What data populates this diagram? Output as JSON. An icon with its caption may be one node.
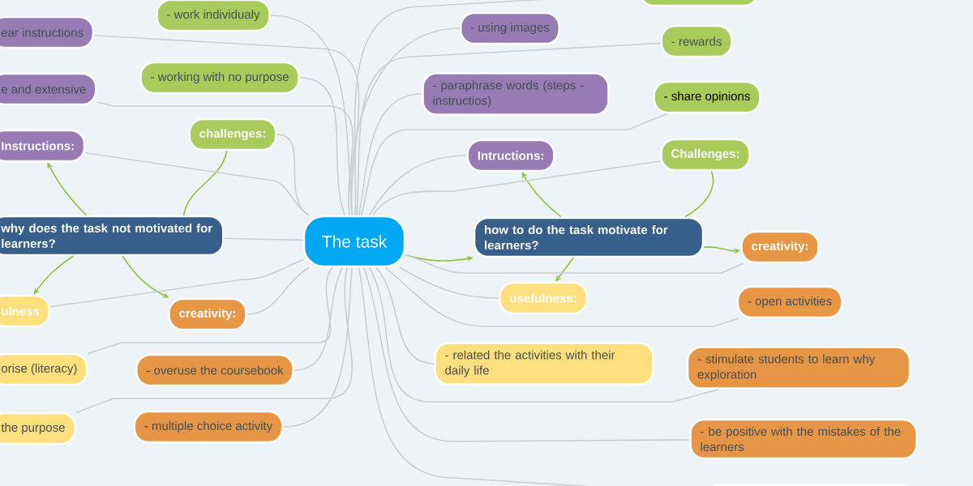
{
  "diagram": {
    "nodes": [
      {
        "text": [
          "The task"
        ]
      },
      {
        "text": [
          "why does the task not motivated for learners?"
        ]
      },
      {
        "text": [
          "Instructions:"
        ]
      },
      {
        "text": [
          "ear instructions"
        ]
      },
      {
        "text": [
          "e and extensive"
        ]
      },
      {
        "text": [
          "- work individualy"
        ]
      },
      {
        "text": [
          "- working with no purpose"
        ]
      },
      {
        "text": [
          "challenges:"
        ]
      },
      {
        "text": [
          "ulness"
        ]
      },
      {
        "text": [
          "creativity:"
        ]
      },
      {
        "text": [
          "orise (literacy)"
        ]
      },
      {
        "text": [
          "- overuse the coursebook"
        ]
      },
      {
        "text": [
          "the purpose"
        ]
      },
      {
        "text": [
          "- multiple choice activity"
        ]
      },
      {
        "text": [
          "- using images"
        ]
      },
      {
        "text": [],
        "shape": "box"
      },
      {
        "text": [
          "- paraphrase words (steps - instructios)"
        ]
      },
      {
        "text": [
          "- rewards"
        ]
      },
      {
        "text": [
          "- share opinions"
        ]
      },
      {
        "text": [
          "Intructions:"
        ]
      },
      {
        "text": [
          "Challenges:"
        ]
      },
      {
        "text": [
          "how to do the task motivate for learners?"
        ]
      },
      {
        "text": [
          "creativity:"
        ]
      },
      {
        "text": [
          "usefulness:"
        ]
      },
      {
        "text": [
          "- open activities"
        ]
      },
      {
        "text": [
          "- related the activities with their daily life"
        ]
      },
      {
        "text": [
          "- stimulate students to learn why exploration"
        ]
      },
      {
        "text": [
          "- be positive with the mistakes of the learners"
        ]
      },
      {
        "text": [],
        "shape": "box"
      }
    ],
    "edges": [
      {
        "from": 0,
        "to": 21,
        "arrow": "to",
        "color": "#8cc63f"
      },
      {
        "from": 1,
        "to": 2,
        "arrow": "to",
        "color": "#8cc63f"
      },
      {
        "from": 1,
        "to": 7,
        "arrow": "none",
        "color": "#8cc63f"
      },
      {
        "from": 1,
        "to": 8,
        "arrow": "to",
        "color": "#8cc63f"
      },
      {
        "from": 1,
        "to": 9,
        "arrow": "to",
        "color": "#8cc63f"
      },
      {
        "from": 21,
        "to": 19,
        "arrow": "to",
        "color": "#8cc63f"
      },
      {
        "from": 21,
        "to": 20,
        "arrow": "none",
        "color": "#8cc63f"
      },
      {
        "from": 21,
        "to": 22,
        "arrow": "to",
        "color": "#8cc63f"
      },
      {
        "from": 21,
        "to": 23,
        "arrow": "to",
        "color": "#8cc63f"
      },
      {
        "from": 0,
        "to": 1,
        "arrow": "none"
      },
      {
        "from": 0,
        "to": 2,
        "arrow": "none"
      },
      {
        "from": 0,
        "to": 3,
        "arrow": "none"
      },
      {
        "from": 0,
        "to": 4,
        "arrow": "none"
      },
      {
        "from": 0,
        "to": 5,
        "arrow": "none"
      },
      {
        "from": 0,
        "to": 6,
        "arrow": "none"
      },
      {
        "from": 0,
        "to": 7,
        "arrow": "none"
      },
      {
        "from": 0,
        "to": 8,
        "arrow": "none"
      },
      {
        "from": 0,
        "to": 9,
        "arrow": "none"
      },
      {
        "from": 0,
        "to": 10,
        "arrow": "none"
      },
      {
        "from": 0,
        "to": 11,
        "arrow": "none"
      },
      {
        "from": 0,
        "to": 12,
        "arrow": "none"
      },
      {
        "from": 0,
        "to": 13,
        "arrow": "none"
      },
      {
        "from": 0,
        "to": 14,
        "arrow": "none"
      },
      {
        "from": 0,
        "to": 15,
        "arrow": "none"
      },
      {
        "from": 0,
        "to": 16,
        "arrow": "none"
      },
      {
        "from": 0,
        "to": 17,
        "arrow": "none"
      },
      {
        "from": 0,
        "to": 18,
        "arrow": "none"
      },
      {
        "from": 0,
        "to": 19,
        "arrow": "none"
      },
      {
        "from": 0,
        "to": 20,
        "arrow": "none"
      },
      {
        "from": 0,
        "to": 22,
        "arrow": "none"
      },
      {
        "from": 0,
        "to": 23,
        "arrow": "none"
      },
      {
        "from": 0,
        "to": 24,
        "arrow": "none"
      },
      {
        "from": 0,
        "to": 25,
        "arrow": "none"
      },
      {
        "from": 0,
        "to": 26,
        "arrow": "none"
      },
      {
        "from": 0,
        "to": 27,
        "arrow": "none"
      },
      {
        "from": 0,
        "to": 28,
        "arrow": "none"
      }
    ]
  }
}
